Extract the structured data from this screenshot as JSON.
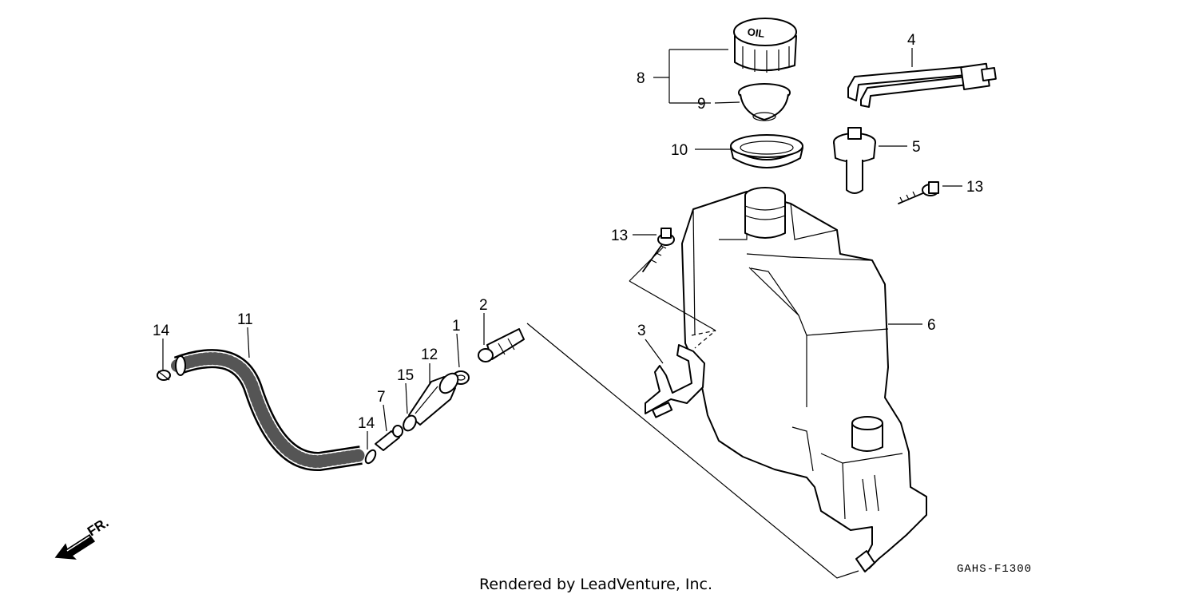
{
  "callouts": {
    "c1": "1",
    "c2": "2",
    "c3": "3",
    "c4": "4",
    "c5": "5",
    "c6": "6",
    "c7": "7",
    "c8": "8",
    "c9": "9",
    "c10": "10",
    "c11": "11",
    "c12": "12",
    "c13a": "13",
    "c13b": "13",
    "c14a": "14",
    "c14b": "14",
    "c15": "15"
  },
  "cap_text": "OIL",
  "direction_label": "FR.",
  "diagram_code": "GAHS-F1300",
  "credit": "Rendered by LeadVenture, Inc."
}
